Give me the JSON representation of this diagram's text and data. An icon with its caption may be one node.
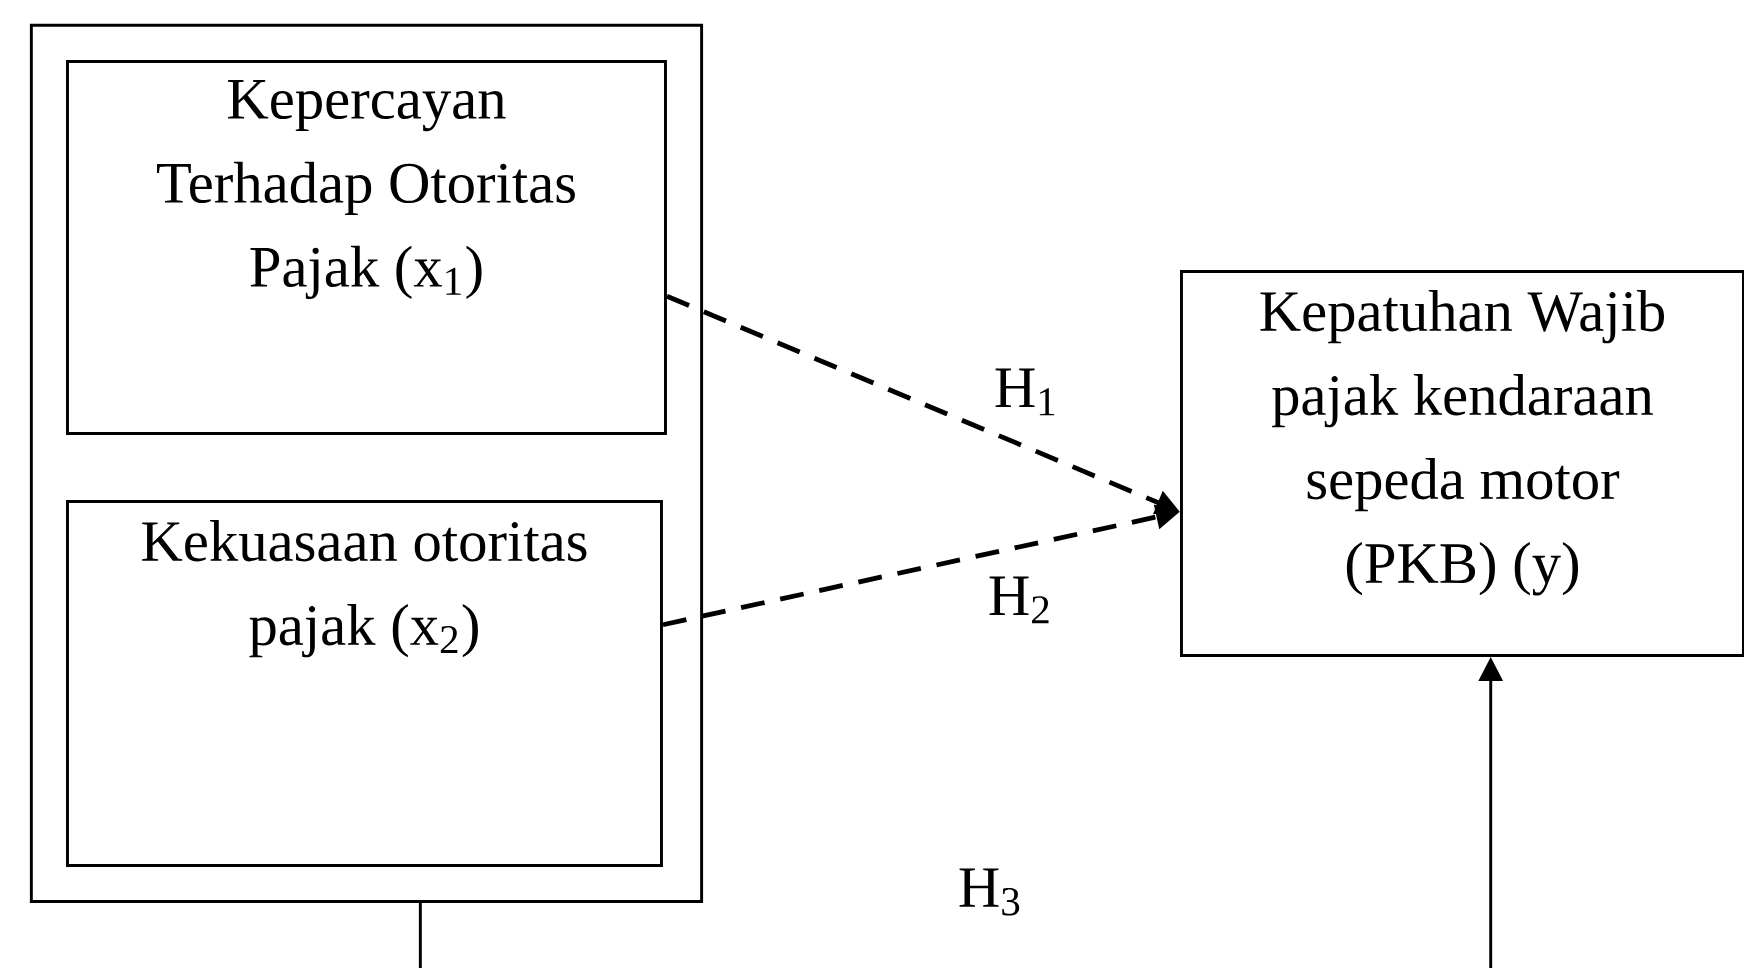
{
  "diagram": {
    "nodes": [
      {
        "text": [],
        "shape": "box"
      },
      {
        "text": [
          "Kepercayan Terhadap Otoritas Pajak (x$_{1}$)"
        ],
        "in": 0
      },
      {
        "text": [
          "Kekuasaan otoritas pajak (x$_{2}$)"
        ],
        "in": 0
      },
      {
        "text": [
          "Kepatuhan Wajib pajak kendaraan sepeda motor (PKB) (y)"
        ]
      }
    ],
    "edges": [
      {
        "from": 1,
        "to": 3,
        "arrow": "to",
        "style": "dashed",
        "label": "H$_{1}$"
      },
      {
        "from": 2,
        "to": 3,
        "arrow": "to",
        "style": "dashed",
        "label": "H$_{2}$"
      },
      {
        "from": 0,
        "to": 3,
        "arrow": "to",
        "label": "H$_{3}$"
      }
    ]
  }
}
